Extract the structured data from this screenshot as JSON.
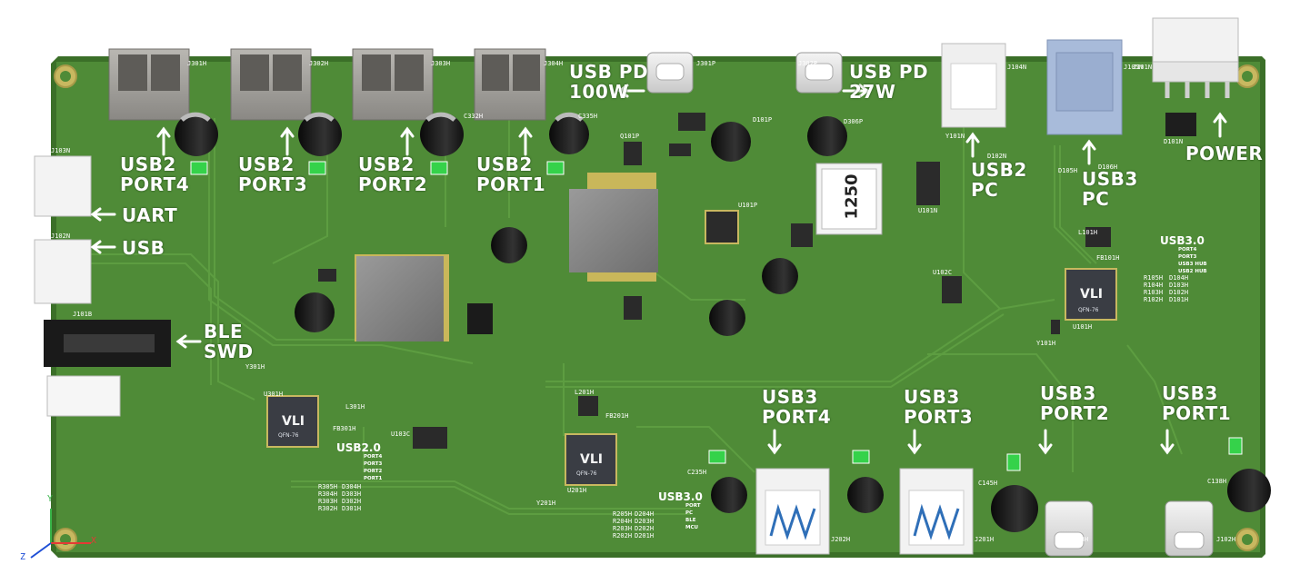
{
  "board": {
    "colors": {
      "pcb": "#4e8a36",
      "pcb_edge": "#3b6f28",
      "trace": "#5e9c42",
      "copper_pad": "#c8b860",
      "silkscreen": "#ffffff",
      "usb_metal": "#9a9a98",
      "usb3_blue": "#2f6fb8",
      "led_green": "#36d24a"
    }
  },
  "labels": {
    "usb_pd_100w": "USB PD\n100W",
    "usb_pd_27w": "USB PD\n27W",
    "usb2_port4": "USB2\nPORT4",
    "usb2_port3": "USB2\nPORT3",
    "usb2_port2": "USB2\nPORT2",
    "usb2_port1": "USB2\nPORT1",
    "uart": "UART",
    "usb": "USB",
    "ble_swd": "BLE\nSWD",
    "usb2_pc": "USB2\nPC",
    "usb3_pc": "USB3\nPC",
    "power": "POWER",
    "usb3_port4": "USB3\nPORT4",
    "usb3_port3": "USB3\nPORT3",
    "usb3_port2": "USB3\nPORT2",
    "usb3_port1": "USB3\nPORT1",
    "inductor_value": "1250"
  },
  "sections": {
    "usb3_hub": {
      "title": "USB3.0",
      "items": [
        "PORT4",
        "PORT3",
        "USB3 HUB",
        "USB2 HUB"
      ]
    },
    "usb2_hub": {
      "title": "USB2.0",
      "items": [
        "PORT4",
        "PORT3",
        "PORT2",
        "PORT1"
      ]
    },
    "usb3_ble": {
      "title": "USB3.0",
      "items": [
        "PORT",
        "PC",
        "BLE",
        "MCU"
      ]
    }
  },
  "designators": {
    "usb2_jacks": [
      "J301H",
      "J302H",
      "J303H",
      "J304H"
    ],
    "usb_c_top": [
      "J301P",
      "J302P"
    ],
    "usb_c_bottom": [
      "J103H",
      "J102H"
    ],
    "usb3_jacks": [
      "J202H",
      "J201H"
    ],
    "top_connectors": [
      "J104N",
      "J105N",
      "J101N"
    ],
    "side_connectors": [
      "J103N",
      "J102N",
      "J101B"
    ],
    "usb3_hub_refs": [
      "R105H",
      "R104H",
      "R103H",
      "R102H",
      "D104H",
      "D103H",
      "D102H",
      "D101H"
    ],
    "usb2_hub_refs": [
      "R305H",
      "R304H",
      "R303H",
      "R302H",
      "D304H",
      "D303H",
      "D302H",
      "D301H"
    ],
    "ble_refs": [
      "R205H",
      "R204H",
      "R203H",
      "R202H",
      "D204H",
      "D203H",
      "D202H",
      "D201H"
    ],
    "misc": [
      "Q101P",
      "U101P",
      "U102C",
      "U103C",
      "U101N",
      "U101H",
      "U201H",
      "U301H",
      "Y101N",
      "Y101H",
      "Y201H",
      "Y301H",
      "L101H",
      "L201H",
      "L301H",
      "C145H",
      "C138H",
      "C235H",
      "C332H",
      "C335H",
      "FB101H",
      "FB201H",
      "FB301H",
      "D106H",
      "D105H",
      "D101N",
      "D102N",
      "D306P",
      "D101P"
    ]
  },
  "chips": {
    "hub_chip_label": "QFN-76"
  },
  "axis": {
    "x": "X",
    "y": "Y",
    "z": "Z"
  }
}
